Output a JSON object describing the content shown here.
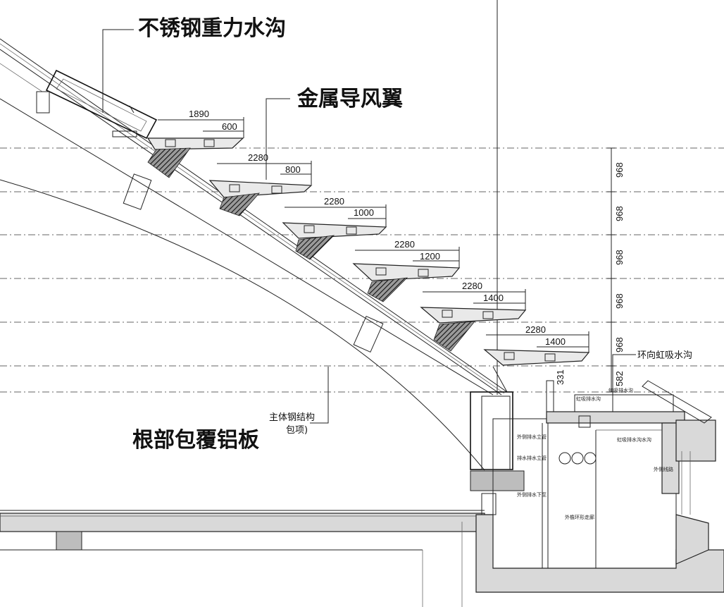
{
  "labels": {
    "gutter": "不锈钢重力水沟",
    "deflector": "金属导风翼",
    "root_cladding": "根部包覆铝板",
    "ring_siphon": "环向虹吸水沟",
    "main_steel": "主体钢结构",
    "main_steel_note": "包项)",
    "siphon_drain": "虹吸排水沟",
    "siphon_drain_2": "虹吸排水沟",
    "outer_corridor": "外檐环形走廊"
  },
  "deflector_dims": [
    {
      "total": "1890",
      "part": "600"
    },
    {
      "total": "2280",
      "part": "800"
    },
    {
      "total": "2280",
      "part": "1000"
    },
    {
      "total": "2280",
      "part": "1200"
    },
    {
      "total": "2280",
      "part": "1400"
    },
    {
      "total": "2280",
      "part": "1400"
    }
  ],
  "vertical_dims": [
    "968",
    "968",
    "968",
    "968",
    "968",
    "582",
    "331"
  ],
  "tiny_notes": [
    "外侧排水立管",
    "排水排水立管",
    "外侧排水下至",
    "虹吸排水沟水沟",
    "外侧线路"
  ]
}
